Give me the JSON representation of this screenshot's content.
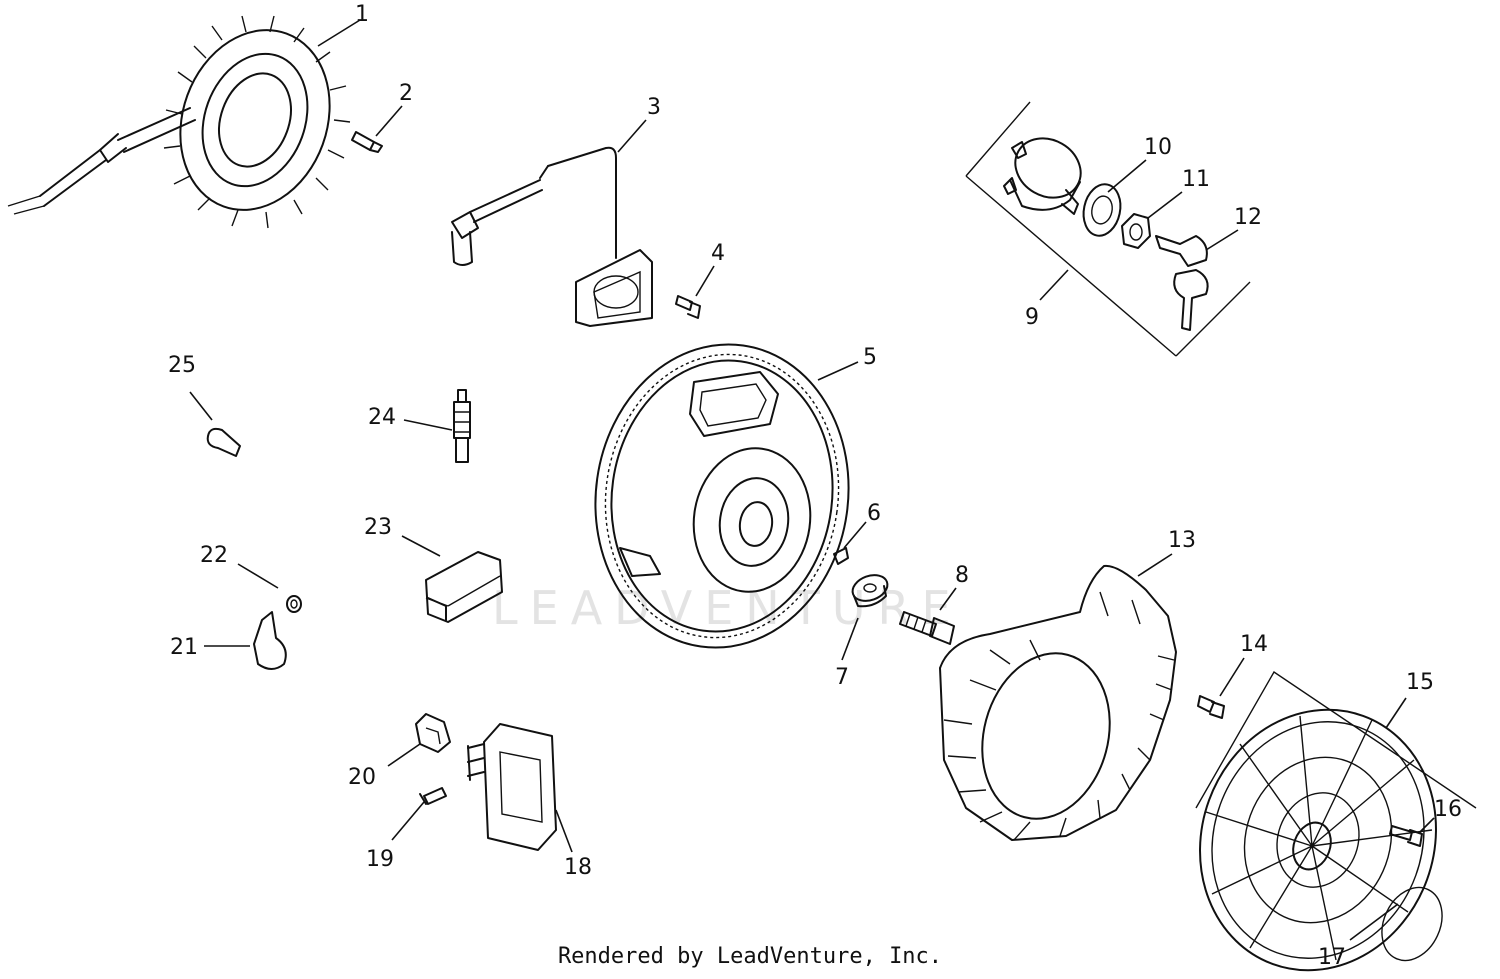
{
  "watermark": "LEADVENTURE",
  "footer": "Rendered by LeadVenture, Inc.",
  "callouts": [
    "1",
    "2",
    "3",
    "4",
    "5",
    "6",
    "7",
    "8",
    "9",
    "10",
    "11",
    "12",
    "13",
    "14",
    "15",
    "16",
    "17",
    "18",
    "19",
    "20",
    "21",
    "22",
    "23",
    "24",
    "25"
  ]
}
